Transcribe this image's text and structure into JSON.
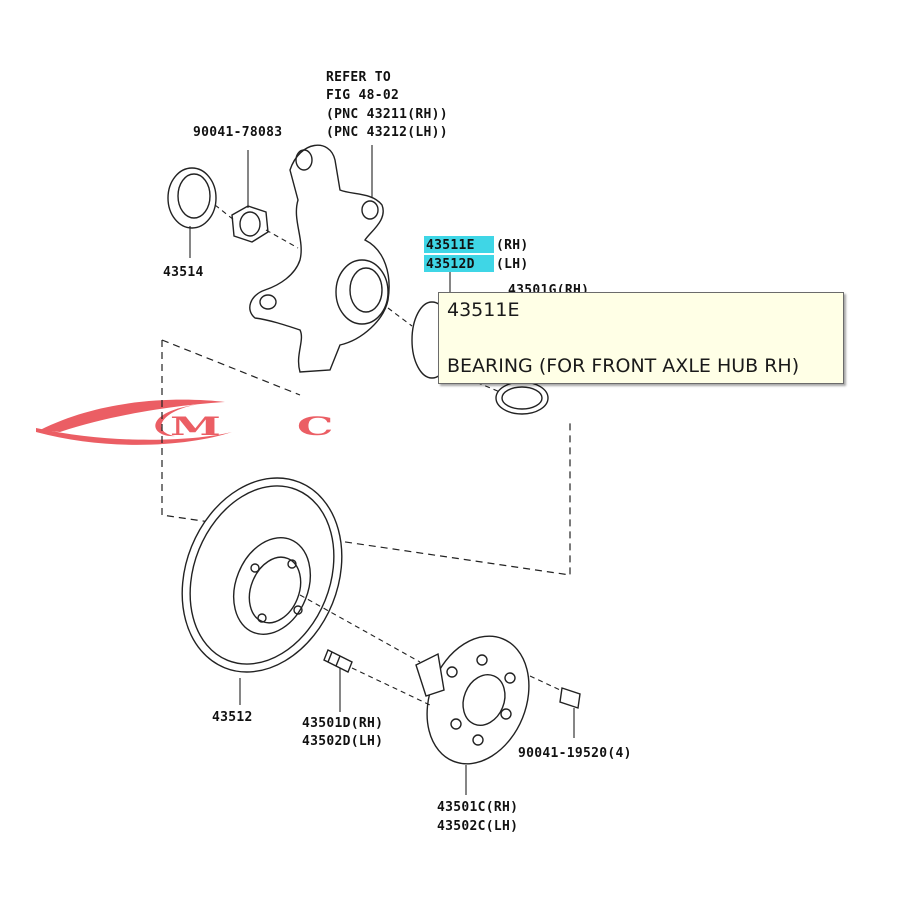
{
  "labels": {
    "refer_line1": "REFER TO",
    "refer_line2": "FIG 48-02",
    "refer_line3": "(PNC 43211(RH))",
    "refer_line4": "(PNC 43212(LH))",
    "p_90041_78083": "90041-78083",
    "p_43514": "43514",
    "p_43511e_code": "43511E",
    "p_43511e_side": "(RH)",
    "p_43512d_code": "43512D",
    "p_43512d_side": "(LH)",
    "p_43501g_partial": "43501G(RH)",
    "p_43512": "43512",
    "p_43501d": "43501D(RH)",
    "p_43502d": "43502D(LH)",
    "p_90041_19520": "90041-19520(4)",
    "p_43501c": "43501C(RH)",
    "p_43502c": "43502C(LH)"
  },
  "watermark": {
    "text": "M C",
    "color": "#e8424a"
  },
  "highlight_color": "#3fd6e6",
  "tooltip": {
    "code": "43511E",
    "description": "BEARING (FOR FRONT AXLE HUB RH)"
  }
}
